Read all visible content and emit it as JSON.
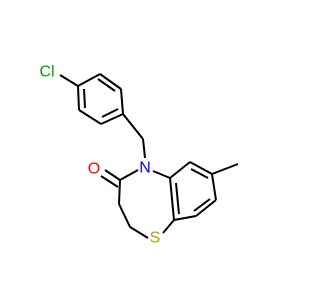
{
  "molecule": {
    "atoms": {
      "chlorine": {
        "label": "Cl",
        "color": "#00a000"
      },
      "oxygen": {
        "label": "O",
        "color": "#ff0000"
      },
      "nitrogen": {
        "label": "N",
        "color": "#0000ff"
      },
      "sulfur": {
        "label": "S",
        "color": "#b8a000"
      }
    }
  }
}
